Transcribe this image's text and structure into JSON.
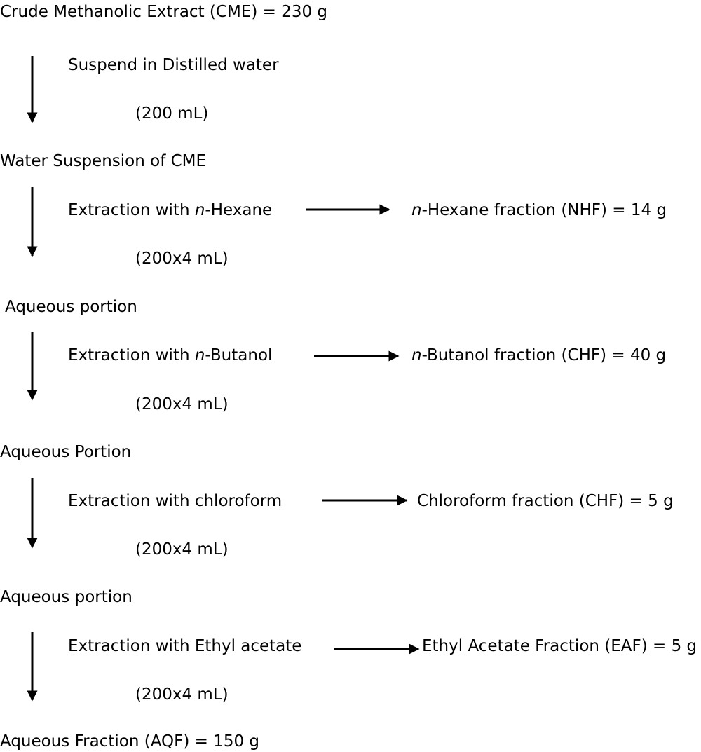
{
  "title": "Crude Methanolic Extract (CME) = 230 g",
  "stages": [
    {
      "label": "Water Suspension of CME",
      "step": "Suspend in Distilled water",
      "volume": "(200 mL)"
    },
    {
      "label": "Aqueous portion",
      "step_prefix": "Extraction with ",
      "step_italic": "n",
      "step_suffix": "-Hexane",
      "volume": "(200x4 mL)",
      "product_italic": "n",
      "product": "-Hexane fraction (NHF) = 14 g"
    },
    {
      "label": "Aqueous Portion",
      "step_prefix": "Extraction with ",
      "step_italic": "n",
      "step_suffix": "-Butanol",
      "volume": "(200x4 mL)",
      "product_italic": "n",
      "product": "-Butanol fraction (CHF) = 40 g"
    },
    {
      "label": "Aqueous portion",
      "step": "Extraction with chloroform",
      "volume": "(200x4 mL)",
      "product": "Chloroform fraction (CHF) = 5 g"
    },
    {
      "label": "Aqueous Fraction (AQF) = 150 g",
      "step": "Extraction with Ethyl acetate",
      "volume": "(200x4 mL)",
      "product": "Ethyl Acetate Fraction (EAF) = 5 g"
    }
  ]
}
